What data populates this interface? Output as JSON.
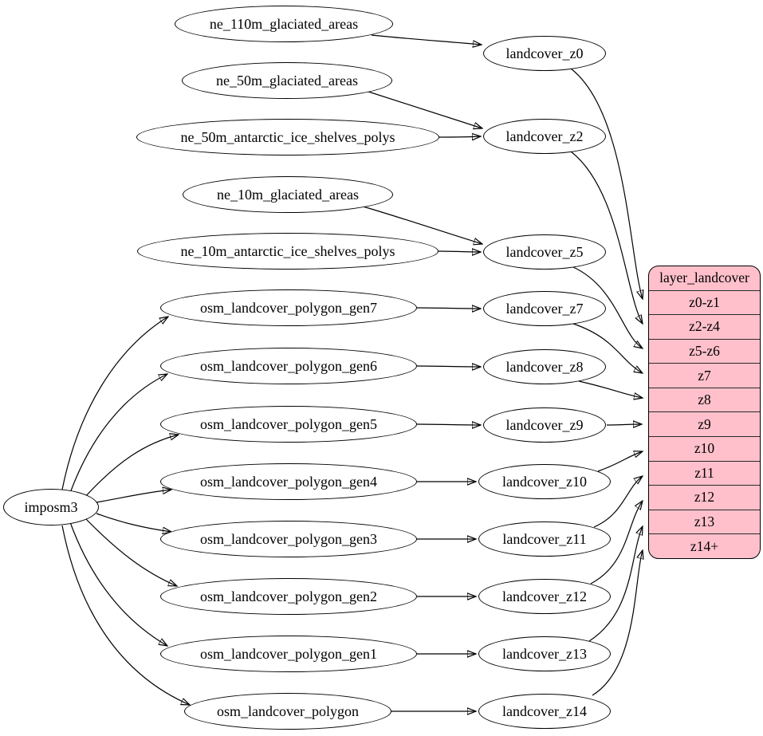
{
  "diagram": {
    "kind": "graphviz-dependency-diagram",
    "background_color": "#ffffff",
    "node_fill_color": "#ffffff",
    "node_stroke_color": "#000000",
    "edge_color": "#000000"
  },
  "nodes": {
    "importer": {
      "label": "imposm3"
    },
    "sources": [
      {
        "label": "ne_110m_glaciated_areas"
      },
      {
        "label": "ne_50m_glaciated_areas"
      },
      {
        "label": "ne_50m_antarctic_ice_shelves_polys"
      },
      {
        "label": "ne_10m_glaciated_areas"
      },
      {
        "label": "ne_10m_antarctic_ice_shelves_polys"
      },
      {
        "label": "osm_landcover_polygon_gen7"
      },
      {
        "label": "osm_landcover_polygon_gen6"
      },
      {
        "label": "osm_landcover_polygon_gen5"
      },
      {
        "label": "osm_landcover_polygon_gen4"
      },
      {
        "label": "osm_landcover_polygon_gen3"
      },
      {
        "label": "osm_landcover_polygon_gen2"
      },
      {
        "label": "osm_landcover_polygon_gen1"
      },
      {
        "label": "osm_landcover_polygon"
      }
    ],
    "stages": [
      {
        "label": "landcover_z0"
      },
      {
        "label": "landcover_z2"
      },
      {
        "label": "landcover_z5"
      },
      {
        "label": "landcover_z7"
      },
      {
        "label": "landcover_z8"
      },
      {
        "label": "landcover_z9"
      },
      {
        "label": "landcover_z10"
      },
      {
        "label": "landcover_z11"
      },
      {
        "label": "landcover_z12"
      },
      {
        "label": "landcover_z13"
      },
      {
        "label": "landcover_z14"
      }
    ]
  },
  "table": {
    "title": "layer_landcover",
    "fill_color": "#ffc0cb",
    "rows": [
      "z0-z1",
      "z2-z4",
      "z5-z6",
      "z7",
      "z8",
      "z9",
      "z10",
      "z11",
      "z12",
      "z13",
      "z14+"
    ]
  },
  "edges": [
    {
      "from": "imposm3",
      "to": "osm_landcover_polygon_gen7"
    },
    {
      "from": "imposm3",
      "to": "osm_landcover_polygon_gen6"
    },
    {
      "from": "imposm3",
      "to": "osm_landcover_polygon_gen5"
    },
    {
      "from": "imposm3",
      "to": "osm_landcover_polygon_gen4"
    },
    {
      "from": "imposm3",
      "to": "osm_landcover_polygon_gen3"
    },
    {
      "from": "imposm3",
      "to": "osm_landcover_polygon_gen2"
    },
    {
      "from": "imposm3",
      "to": "osm_landcover_polygon_gen1"
    },
    {
      "from": "imposm3",
      "to": "osm_landcover_polygon"
    },
    {
      "from": "ne_110m_glaciated_areas",
      "to": "landcover_z0"
    },
    {
      "from": "ne_50m_glaciated_areas",
      "to": "landcover_z2"
    },
    {
      "from": "ne_50m_antarctic_ice_shelves_polys",
      "to": "landcover_z2"
    },
    {
      "from": "ne_10m_glaciated_areas",
      "to": "landcover_z5"
    },
    {
      "from": "ne_10m_antarctic_ice_shelves_polys",
      "to": "landcover_z5"
    },
    {
      "from": "osm_landcover_polygon_gen7",
      "to": "landcover_z7"
    },
    {
      "from": "osm_landcover_polygon_gen6",
      "to": "landcover_z8"
    },
    {
      "from": "osm_landcover_polygon_gen5",
      "to": "landcover_z9"
    },
    {
      "from": "osm_landcover_polygon_gen4",
      "to": "landcover_z10"
    },
    {
      "from": "osm_landcover_polygon_gen3",
      "to": "landcover_z11"
    },
    {
      "from": "osm_landcover_polygon_gen2",
      "to": "landcover_z12"
    },
    {
      "from": "osm_landcover_polygon_gen1",
      "to": "landcover_z13"
    },
    {
      "from": "osm_landcover_polygon",
      "to": "landcover_z14"
    },
    {
      "from": "landcover_z0",
      "to": "layer_landcover:z0-z1"
    },
    {
      "from": "landcover_z2",
      "to": "layer_landcover:z2-z4"
    },
    {
      "from": "landcover_z5",
      "to": "layer_landcover:z5-z6"
    },
    {
      "from": "landcover_z7",
      "to": "layer_landcover:z7"
    },
    {
      "from": "landcover_z8",
      "to": "layer_landcover:z8"
    },
    {
      "from": "landcover_z9",
      "to": "layer_landcover:z9"
    },
    {
      "from": "landcover_z10",
      "to": "layer_landcover:z10"
    },
    {
      "from": "landcover_z11",
      "to": "layer_landcover:z11"
    },
    {
      "from": "landcover_z12",
      "to": "layer_landcover:z12"
    },
    {
      "from": "landcover_z13",
      "to": "layer_landcover:z13"
    },
    {
      "from": "landcover_z14",
      "to": "layer_landcover:z14+"
    }
  ]
}
